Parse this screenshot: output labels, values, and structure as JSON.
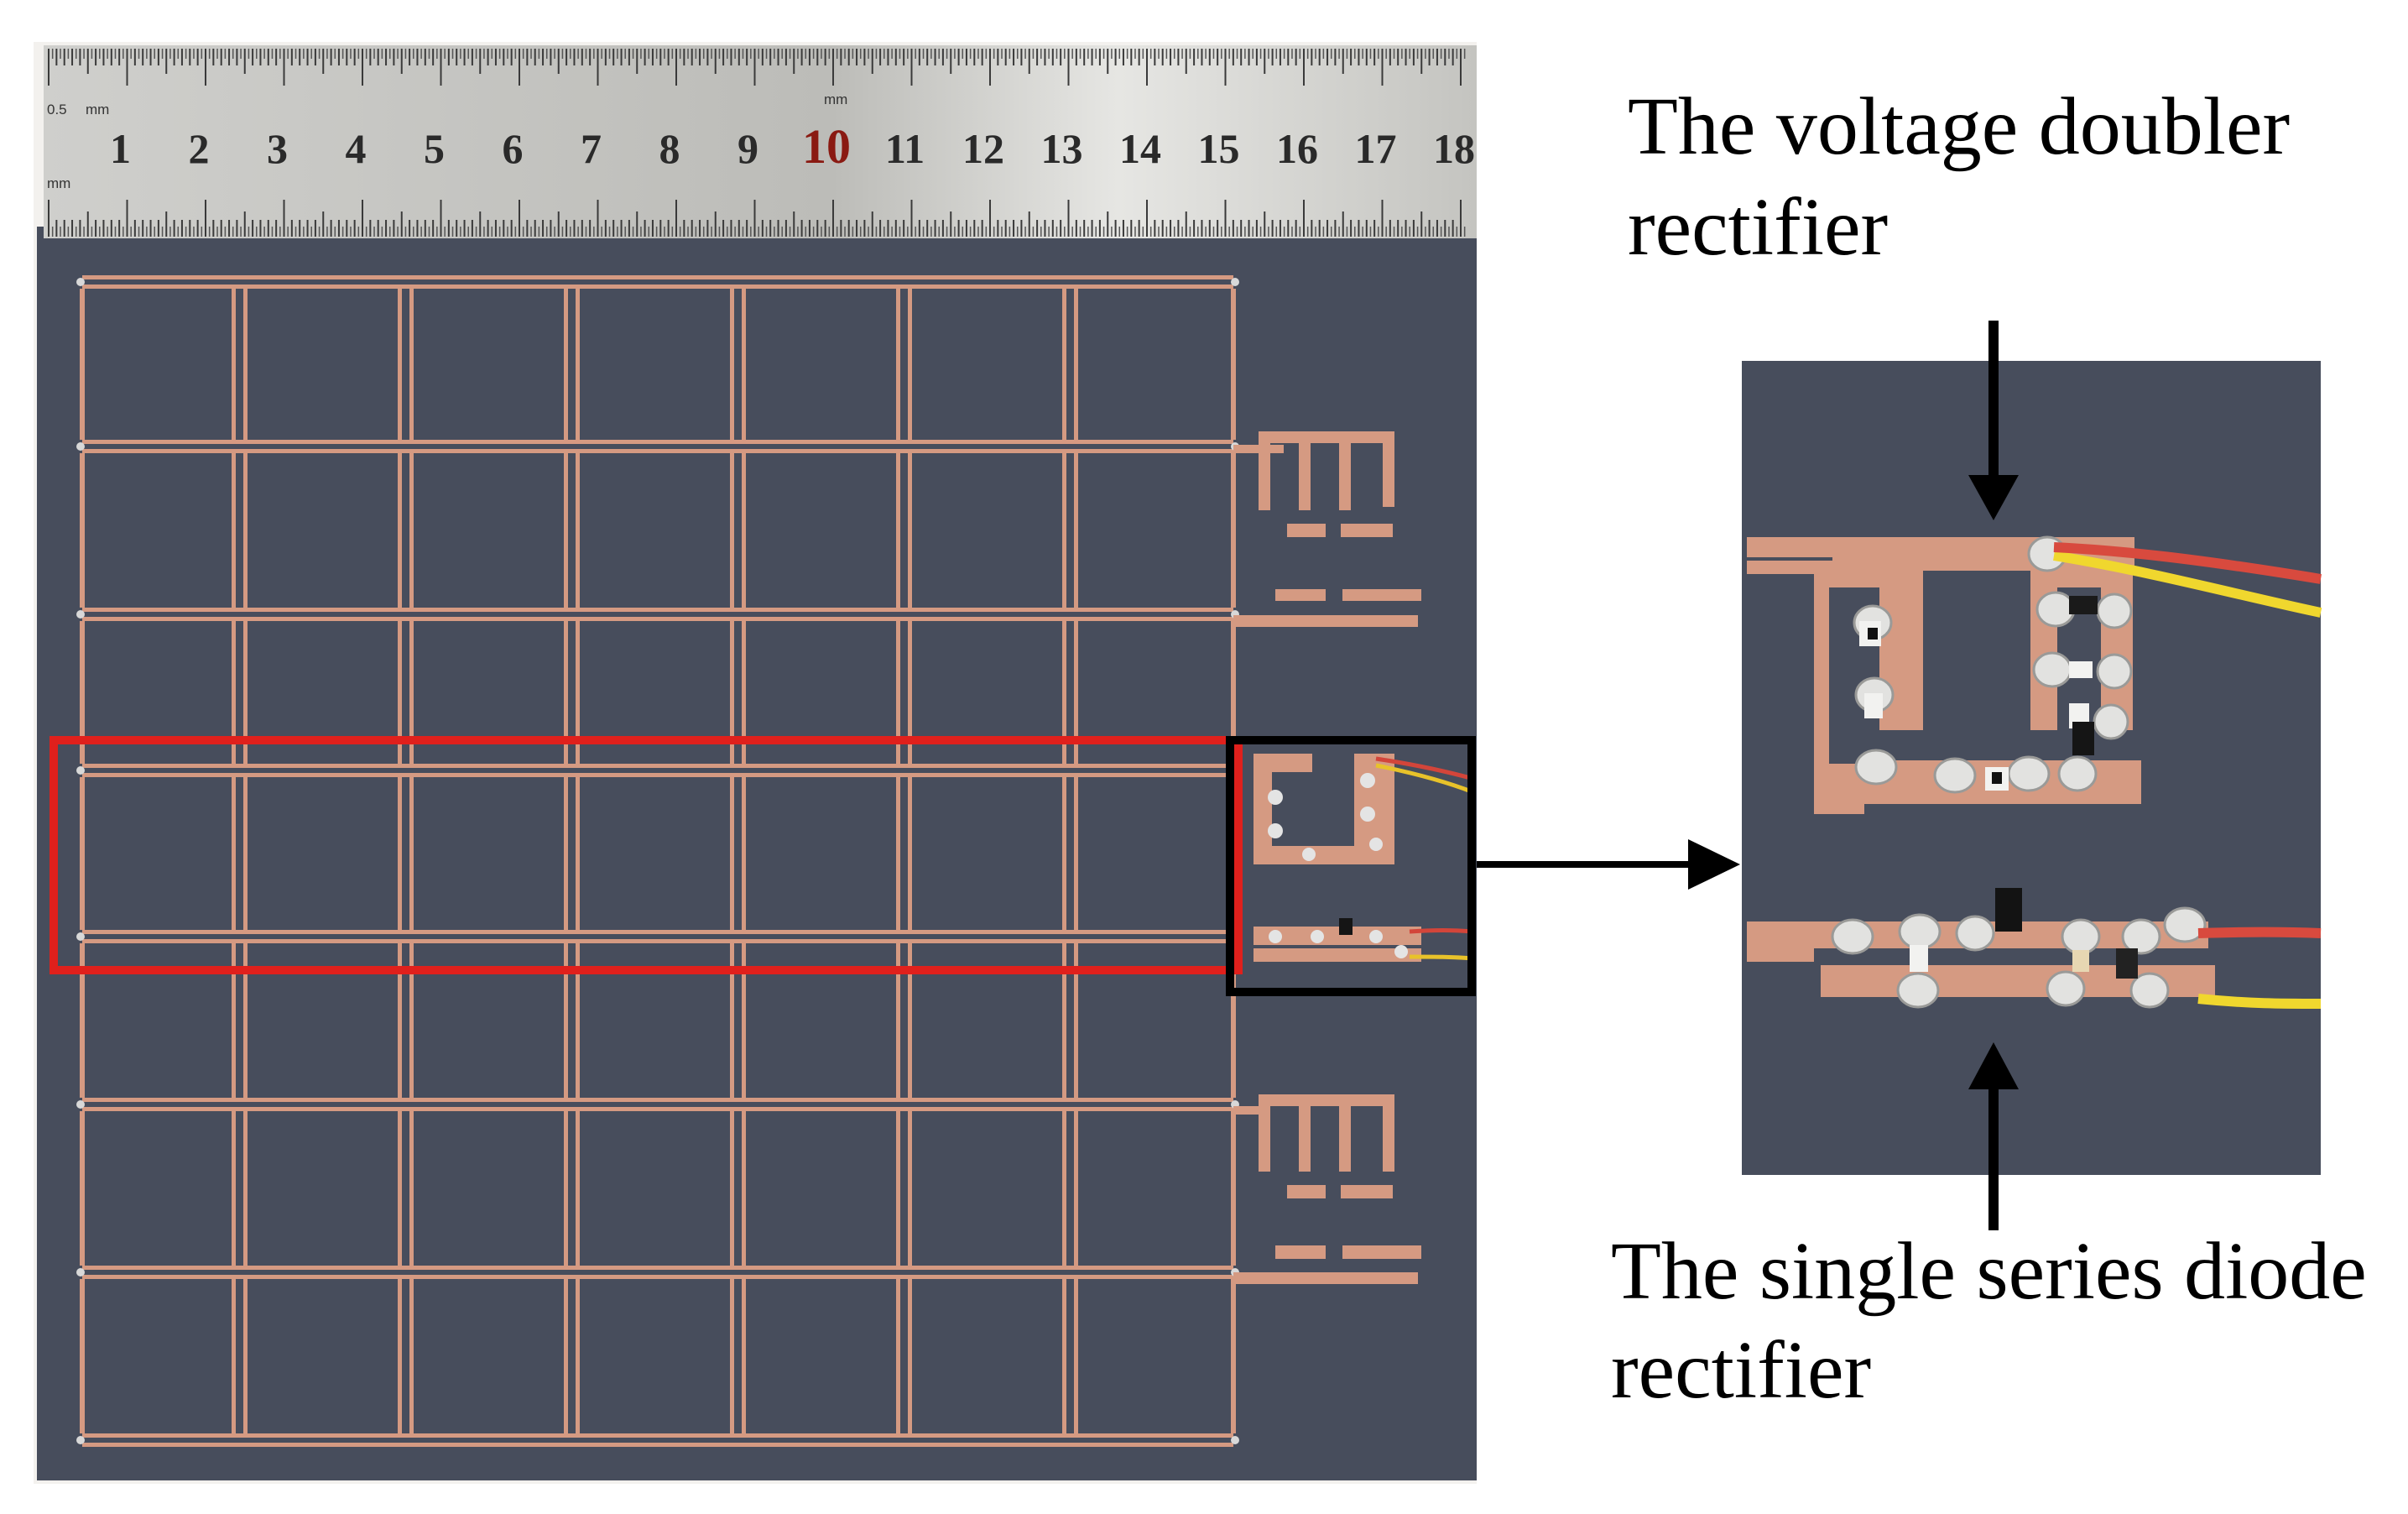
{
  "ruler": {
    "unit_top": "mm",
    "scale_label": "0.5",
    "unit_bottom": "mm",
    "unit_center": "mm",
    "numbers": [
      "1",
      "2",
      "3",
      "4",
      "5",
      "6",
      "7",
      "8",
      "9",
      "10",
      "11",
      "12",
      "13",
      "14",
      "15",
      "16",
      "17",
      "18"
    ],
    "highlight_number": "10"
  },
  "labels": {
    "top_line1": "The voltage doubler",
    "top_line2": "rectifier",
    "bottom_line1": "The single series diode",
    "bottom_line2": "rectifier"
  },
  "colors": {
    "board": "#474d5c",
    "copper": "#d59a82",
    "highlight_box": "#e0201c",
    "zoom_box": "#000000",
    "ruler": "#c9c9c6",
    "background": "#ffffff"
  }
}
